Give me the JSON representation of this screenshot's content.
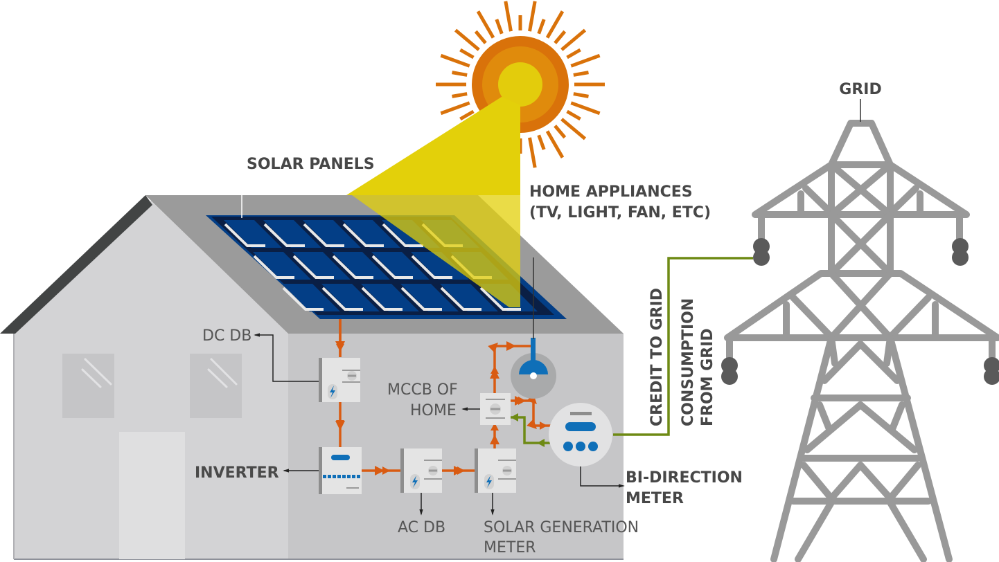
{
  "title": "Rooftop solar grid-tied system",
  "labels": {
    "solar_panels": "SOLAR PANELS",
    "home_appliances_line1": "HOME APPLIANCES",
    "home_appliances_line2": "(TV, LIGHT, FAN, ETC)",
    "dc_db": "DC DB",
    "inverter": "INVERTER",
    "mccb_line1": "MCCB OF",
    "mccb_line2": "HOME",
    "ac_db": "AC DB",
    "solar_gen_line1": "SOLAR GENERATION",
    "solar_gen_line2": "METER",
    "bidir_line1": "BI-DIRECTION",
    "bidir_line2": "METER",
    "credit_to_grid": "CREDIT TO GRID",
    "consumption_line1": "CONSUMPTION",
    "consumption_line2": "FROM GRID",
    "grid": "GRID"
  },
  "components": [
    {
      "id": "sun",
      "icon": "sun-icon"
    },
    {
      "id": "solar-panels",
      "rows": 3,
      "cols": 6
    },
    {
      "id": "dc-db",
      "icon": "breaker-box-icon"
    },
    {
      "id": "inverter",
      "icon": "inverter-icon"
    },
    {
      "id": "ac-db",
      "icon": "breaker-box-icon"
    },
    {
      "id": "solar-generation-meter",
      "icon": "meter-box-icon"
    },
    {
      "id": "mccb-of-home",
      "icon": "breaker-icon"
    },
    {
      "id": "home-appliances",
      "icon": "lamp-icon"
    },
    {
      "id": "bi-direction-meter",
      "icon": "meter-icon"
    },
    {
      "id": "grid",
      "icon": "transmission-tower-icon"
    }
  ],
  "colors": {
    "solar_flow": "#d95b12",
    "grid_flow": "#6e8a14",
    "sun_outer": "#d9720a",
    "sun_mid": "#e08b0c",
    "sun_core": "#e3cc0c",
    "sunbeam": "#e3d00a",
    "panel_blue": "#023f8a",
    "panel_frame": "#0a1f45",
    "device_blue": "#0f6fb8",
    "tower_gray": "#999999",
    "insulator": "#5a5a5a"
  }
}
